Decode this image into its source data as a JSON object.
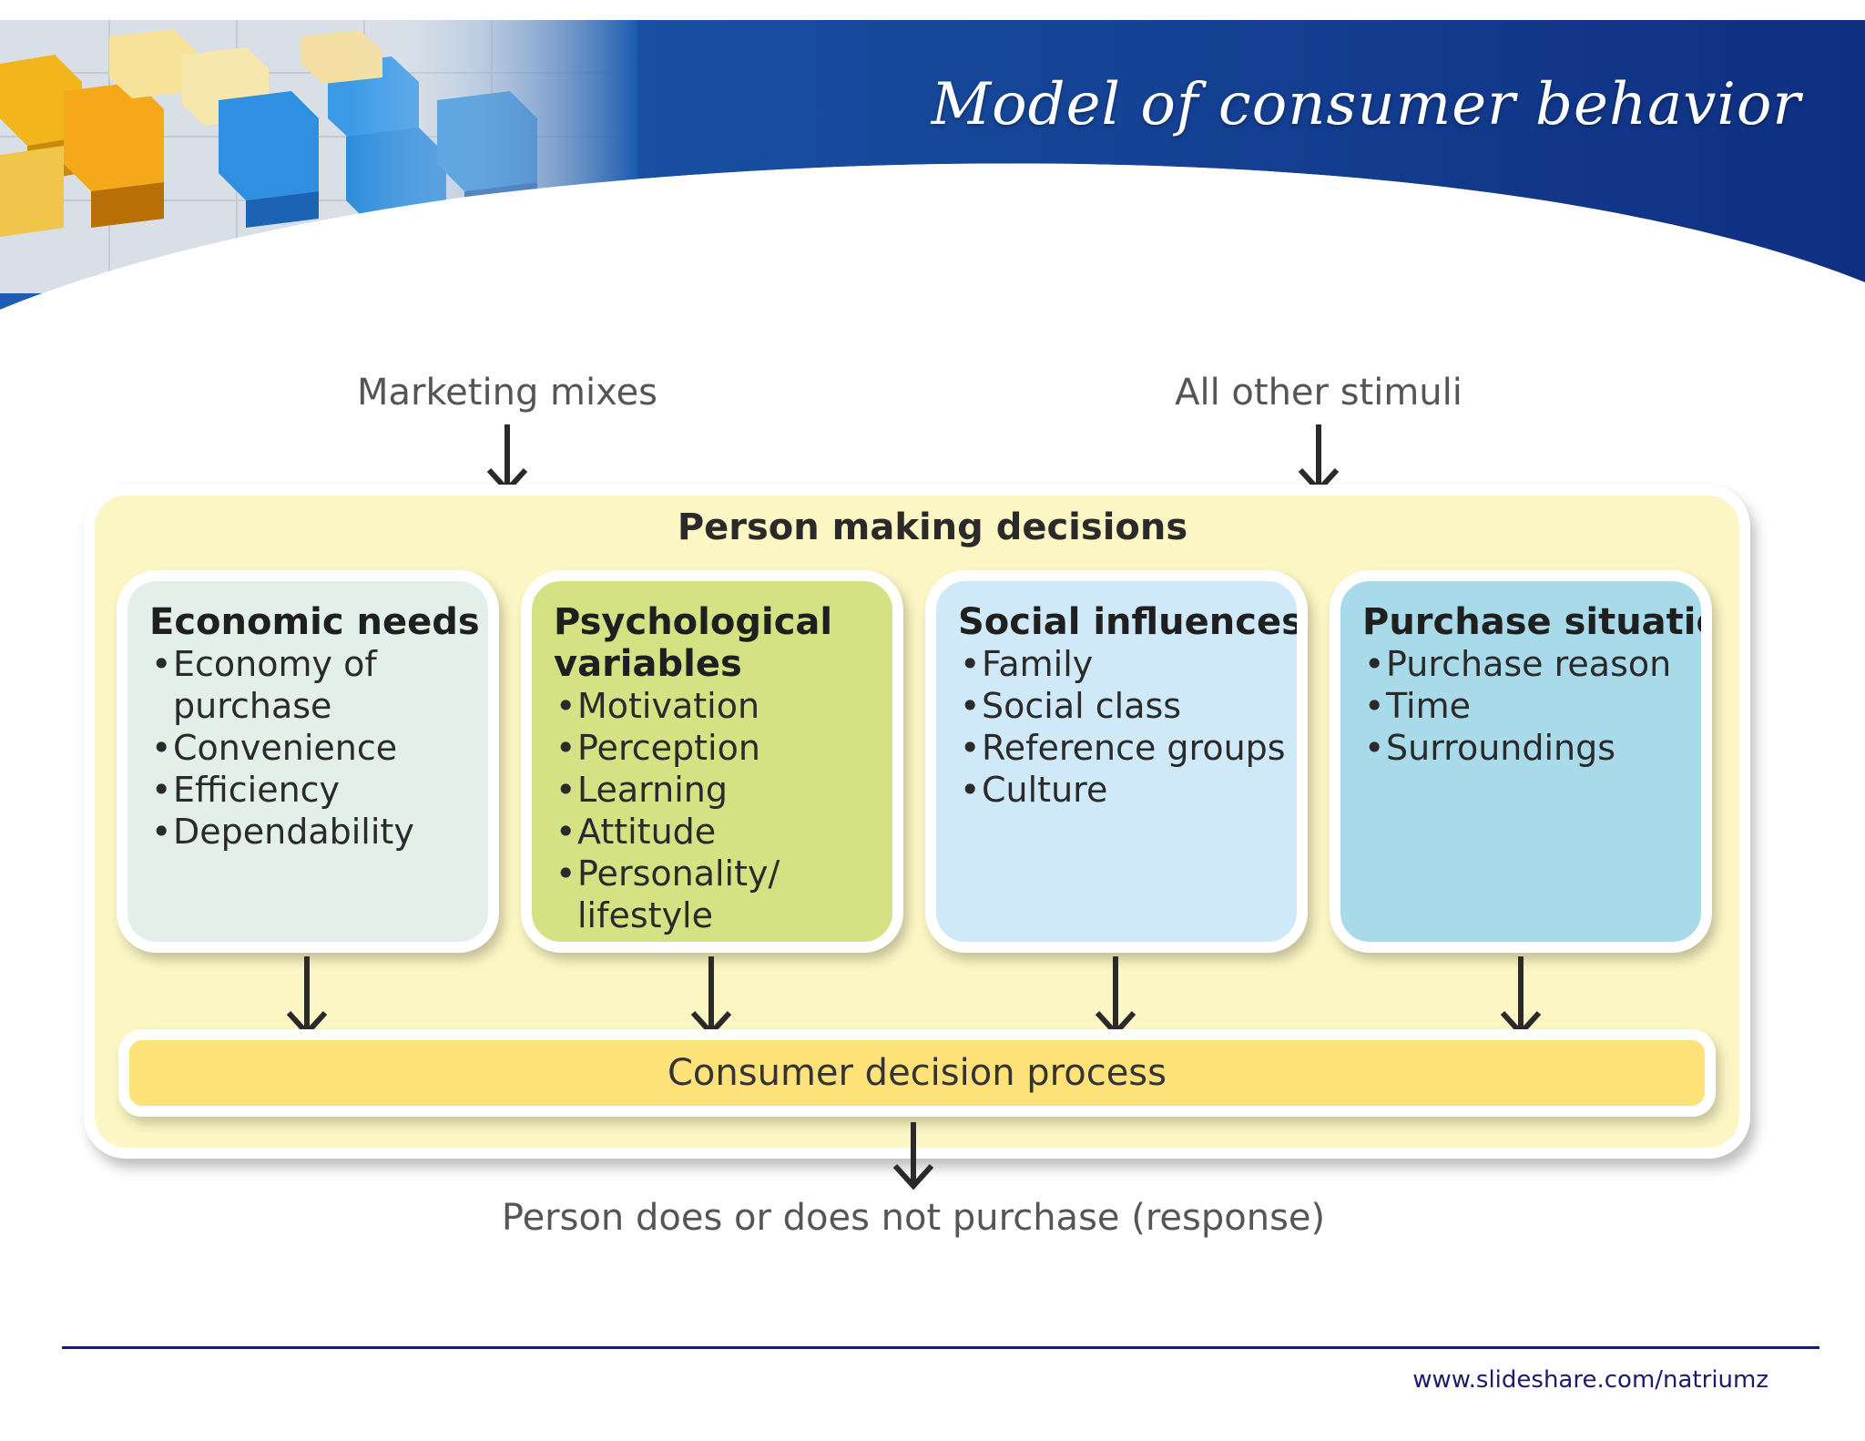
{
  "title": "Model of consumer behavior",
  "stimuli": {
    "left": "Marketing mixes",
    "right": "All other stimuli"
  },
  "panel_title": "Person making decisions",
  "factors": [
    {
      "heading_lines": [
        "Economic needs"
      ],
      "items": [
        "Economy of",
        "purchase",
        "Convenience",
        "Efficiency",
        "Dependability"
      ],
      "continuation": [
        false,
        true,
        false,
        false,
        false
      ],
      "color": "#e3f0ea"
    },
    {
      "heading_lines": [
        "Psychological",
        "variables"
      ],
      "items": [
        "Motivation",
        "Perception",
        "Learning",
        "Attitude",
        "Personality/",
        "lifestyle"
      ],
      "continuation": [
        false,
        false,
        false,
        false,
        false,
        true
      ],
      "color": "#d4e284"
    },
    {
      "heading_lines": [
        "Social influences"
      ],
      "items": [
        "Family",
        "Social class",
        "Reference groups",
        "Culture"
      ],
      "continuation": [
        false,
        false,
        false,
        false
      ],
      "color": "#cfe9f8"
    },
    {
      "heading_lines": [
        "Purchase situation"
      ],
      "items": [
        "Purchase reason",
        "Time",
        "Surroundings"
      ],
      "continuation": [
        false,
        false,
        false
      ],
      "color": "#a9daea"
    }
  ],
  "process": "Consumer decision process",
  "response": "Person does or does not purchase (response)",
  "footer_url": "www.slideshare.com/natriumz"
}
